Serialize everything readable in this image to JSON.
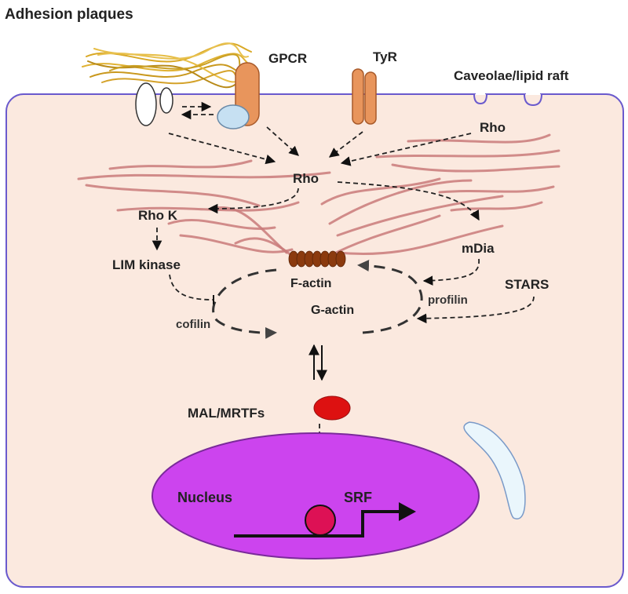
{
  "labels": {
    "adhesion_plaques": "Adhesion plaques",
    "gpcr": "GPCR",
    "tyr": "TyR",
    "caveolae": "Caveolae/lipid raft",
    "rho_right": "Rho",
    "rho_center": "Rho",
    "rho_k": "Rho K",
    "lim_kinase": "LIM kinase",
    "mdia": "mDia",
    "stars": "STARS",
    "f_actin": "F-actin",
    "g_actin": "G-actin",
    "profilin": "profilin",
    "cofilin": "cofilin",
    "mal_mrtfs": "MAL/MRTFs",
    "nucleus": "Nucleus",
    "srf": "SRF"
  },
  "colors": {
    "cell_fill": "#fbe9df",
    "cell_border": "#6a5acd",
    "nucleus_fill": "#cc44ee",
    "nucleus_border": "#7a2a9a",
    "actin_fiber": "#c97a7a",
    "collagen": "#d9a825",
    "gpcr": "#e8955c",
    "tyr": "#e8955c",
    "g_protein": "#c6e0f2",
    "actin_subunit": "#8b3a0e",
    "mal": "#dd1111",
    "srf": "#dd1155",
    "vesicle": "#eaf6fc"
  }
}
